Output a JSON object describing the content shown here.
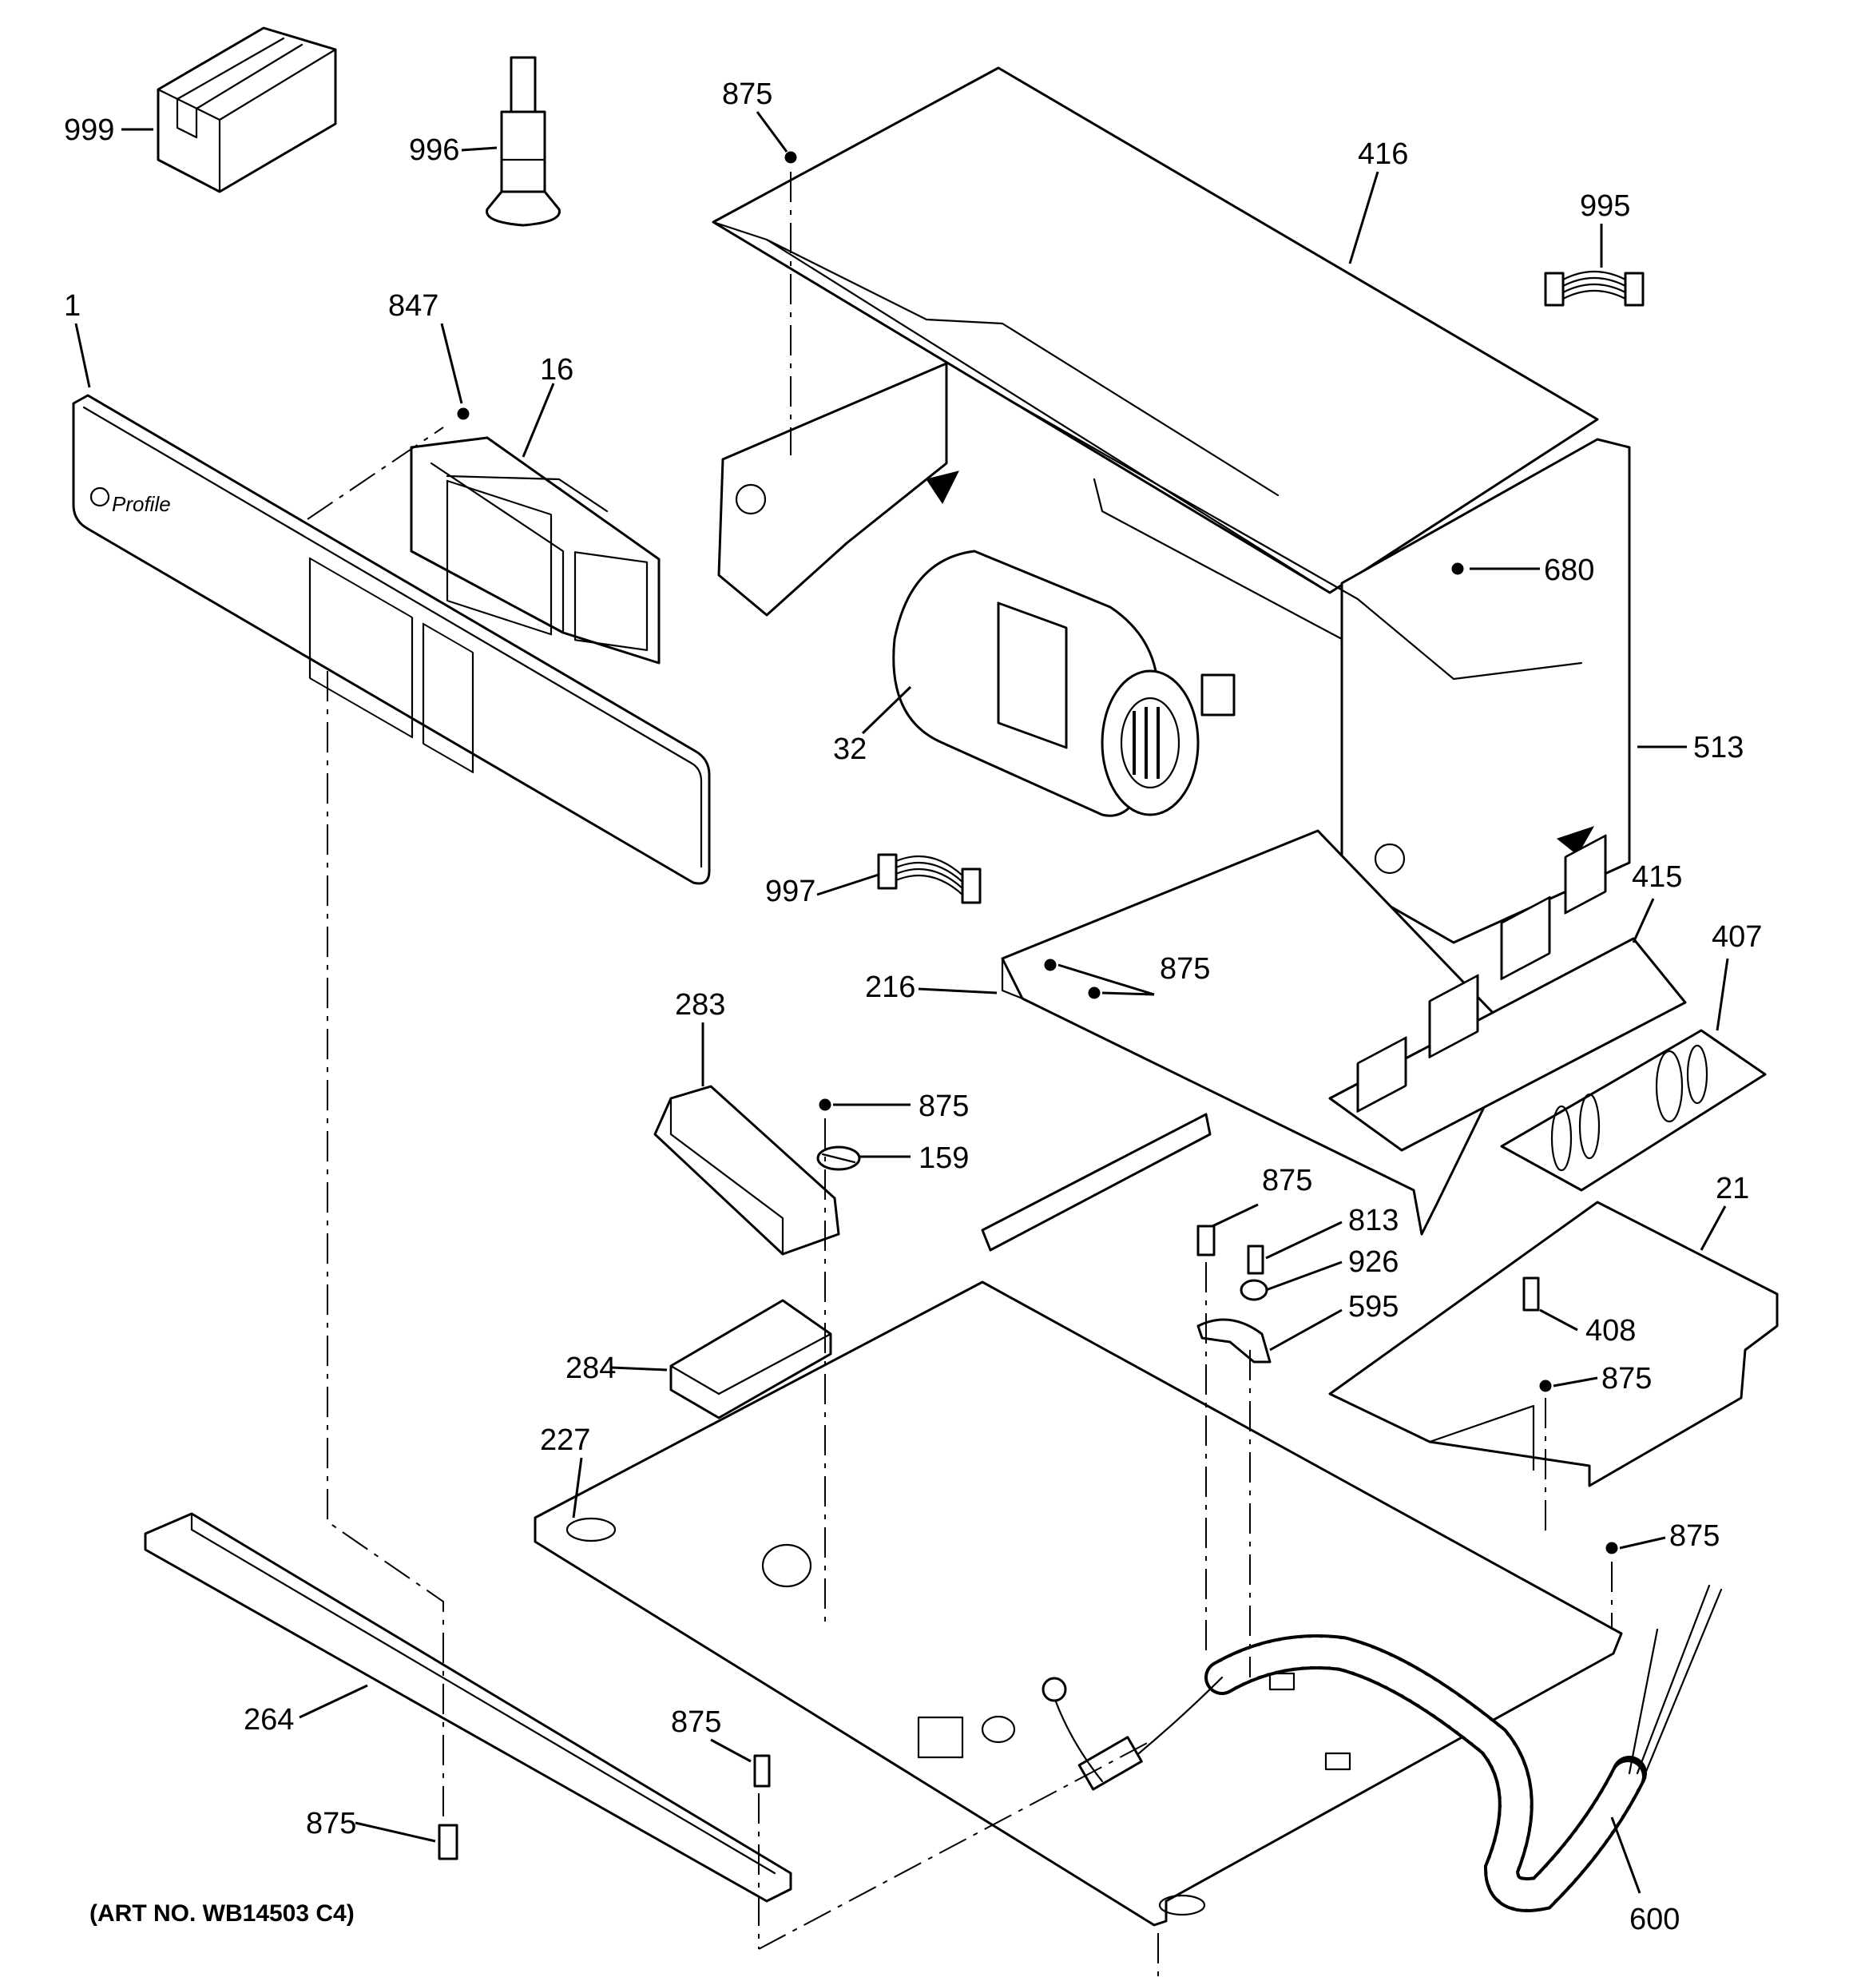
{
  "art_number": "(ART NO. WB14503 C4)",
  "logo_text": "Profile",
  "labels": {
    "p999": "999",
    "p996": "996",
    "p875_top": "875",
    "p416": "416",
    "p995": "995",
    "p1": "1",
    "p847": "847",
    "p16": "16",
    "p680": "680",
    "p32": "32",
    "p513": "513",
    "p997": "997",
    "p415": "415",
    "p407": "407",
    "p875_brkt": "875",
    "p216": "216",
    "p283": "283",
    "p875_mid": "875",
    "p159": "159",
    "p875_c": "875",
    "p813": "813",
    "p21": "21",
    "p926": "926",
    "p595": "595",
    "p408": "408",
    "p284": "284",
    "p875_r": "875",
    "p227": "227",
    "p875_rb": "875",
    "p264": "264",
    "p875_bc": "875",
    "p875_bl": "875",
    "p600": "600"
  }
}
